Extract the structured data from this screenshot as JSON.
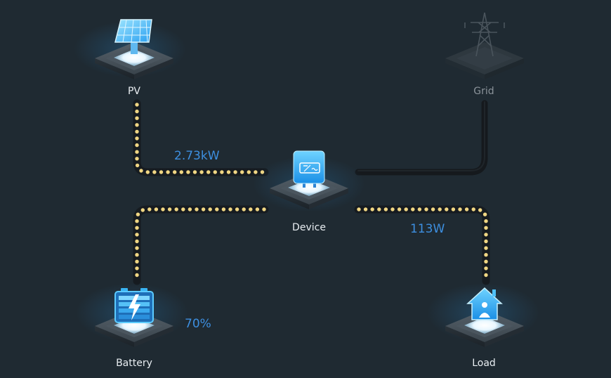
{
  "nodes": {
    "pv": {
      "label": "PV",
      "active": true
    },
    "grid": {
      "label": "Grid",
      "active": false
    },
    "device": {
      "label": "Device",
      "active": true
    },
    "battery": {
      "label": "Battery",
      "active": true
    },
    "load": {
      "label": "Load",
      "active": true
    }
  },
  "flows": {
    "pv_power": "2.73kW",
    "load_power": "113W",
    "battery_soc": "70%"
  },
  "colors": {
    "background": "#1f2a32",
    "active_dot": "#f0d683",
    "inactive_line": "#15191d",
    "value_text": "#3d8fe0",
    "label_text": "#e9eef2",
    "dim_label_text": "#8a9299"
  }
}
